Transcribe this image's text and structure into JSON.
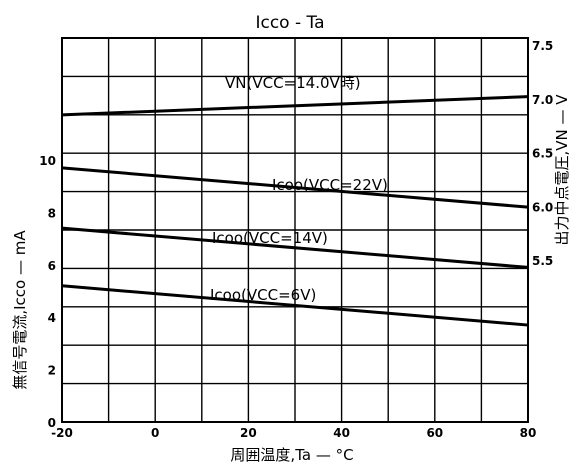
{
  "chart_data": {
    "type": "line",
    "title": "Icco - Ta",
    "xlabel": "周囲温度,Ta — °C",
    "ylabel_left": "無信号電流,Icco — mA",
    "ylabel_right": "出力中点電圧,VN — V",
    "xlim": [
      -20,
      80
    ],
    "xticks": [
      -20,
      0,
      20,
      40,
      60,
      80
    ],
    "ylim_left": [
      0,
      10
    ],
    "yticks_left": [
      0,
      2,
      4,
      6,
      8,
      10
    ],
    "ylim_right": [
      5.5,
      7.5
    ],
    "yticks_right": [
      "7.5",
      "7.0",
      "6.5",
      "6.0",
      "5.5"
    ],
    "grid": true,
    "series": [
      {
        "name": "VN(VCC=14.0V時)",
        "axis": "right",
        "x": [
          -20,
          80
        ],
        "y": [
          6.85,
          7.02
        ]
      },
      {
        "name": "Icoo(VCC=22V)",
        "axis": "left",
        "x": [
          -20,
          80
        ],
        "y": [
          9.7,
          8.2
        ]
      },
      {
        "name": "Icoo(VCC=14V)",
        "axis": "left",
        "x": [
          -20,
          80
        ],
        "y": [
          7.4,
          5.9
        ]
      },
      {
        "name": "Icoo(VCC=6V)",
        "axis": "left",
        "x": [
          -20,
          80
        ],
        "y": [
          5.2,
          3.7
        ]
      }
    ]
  }
}
